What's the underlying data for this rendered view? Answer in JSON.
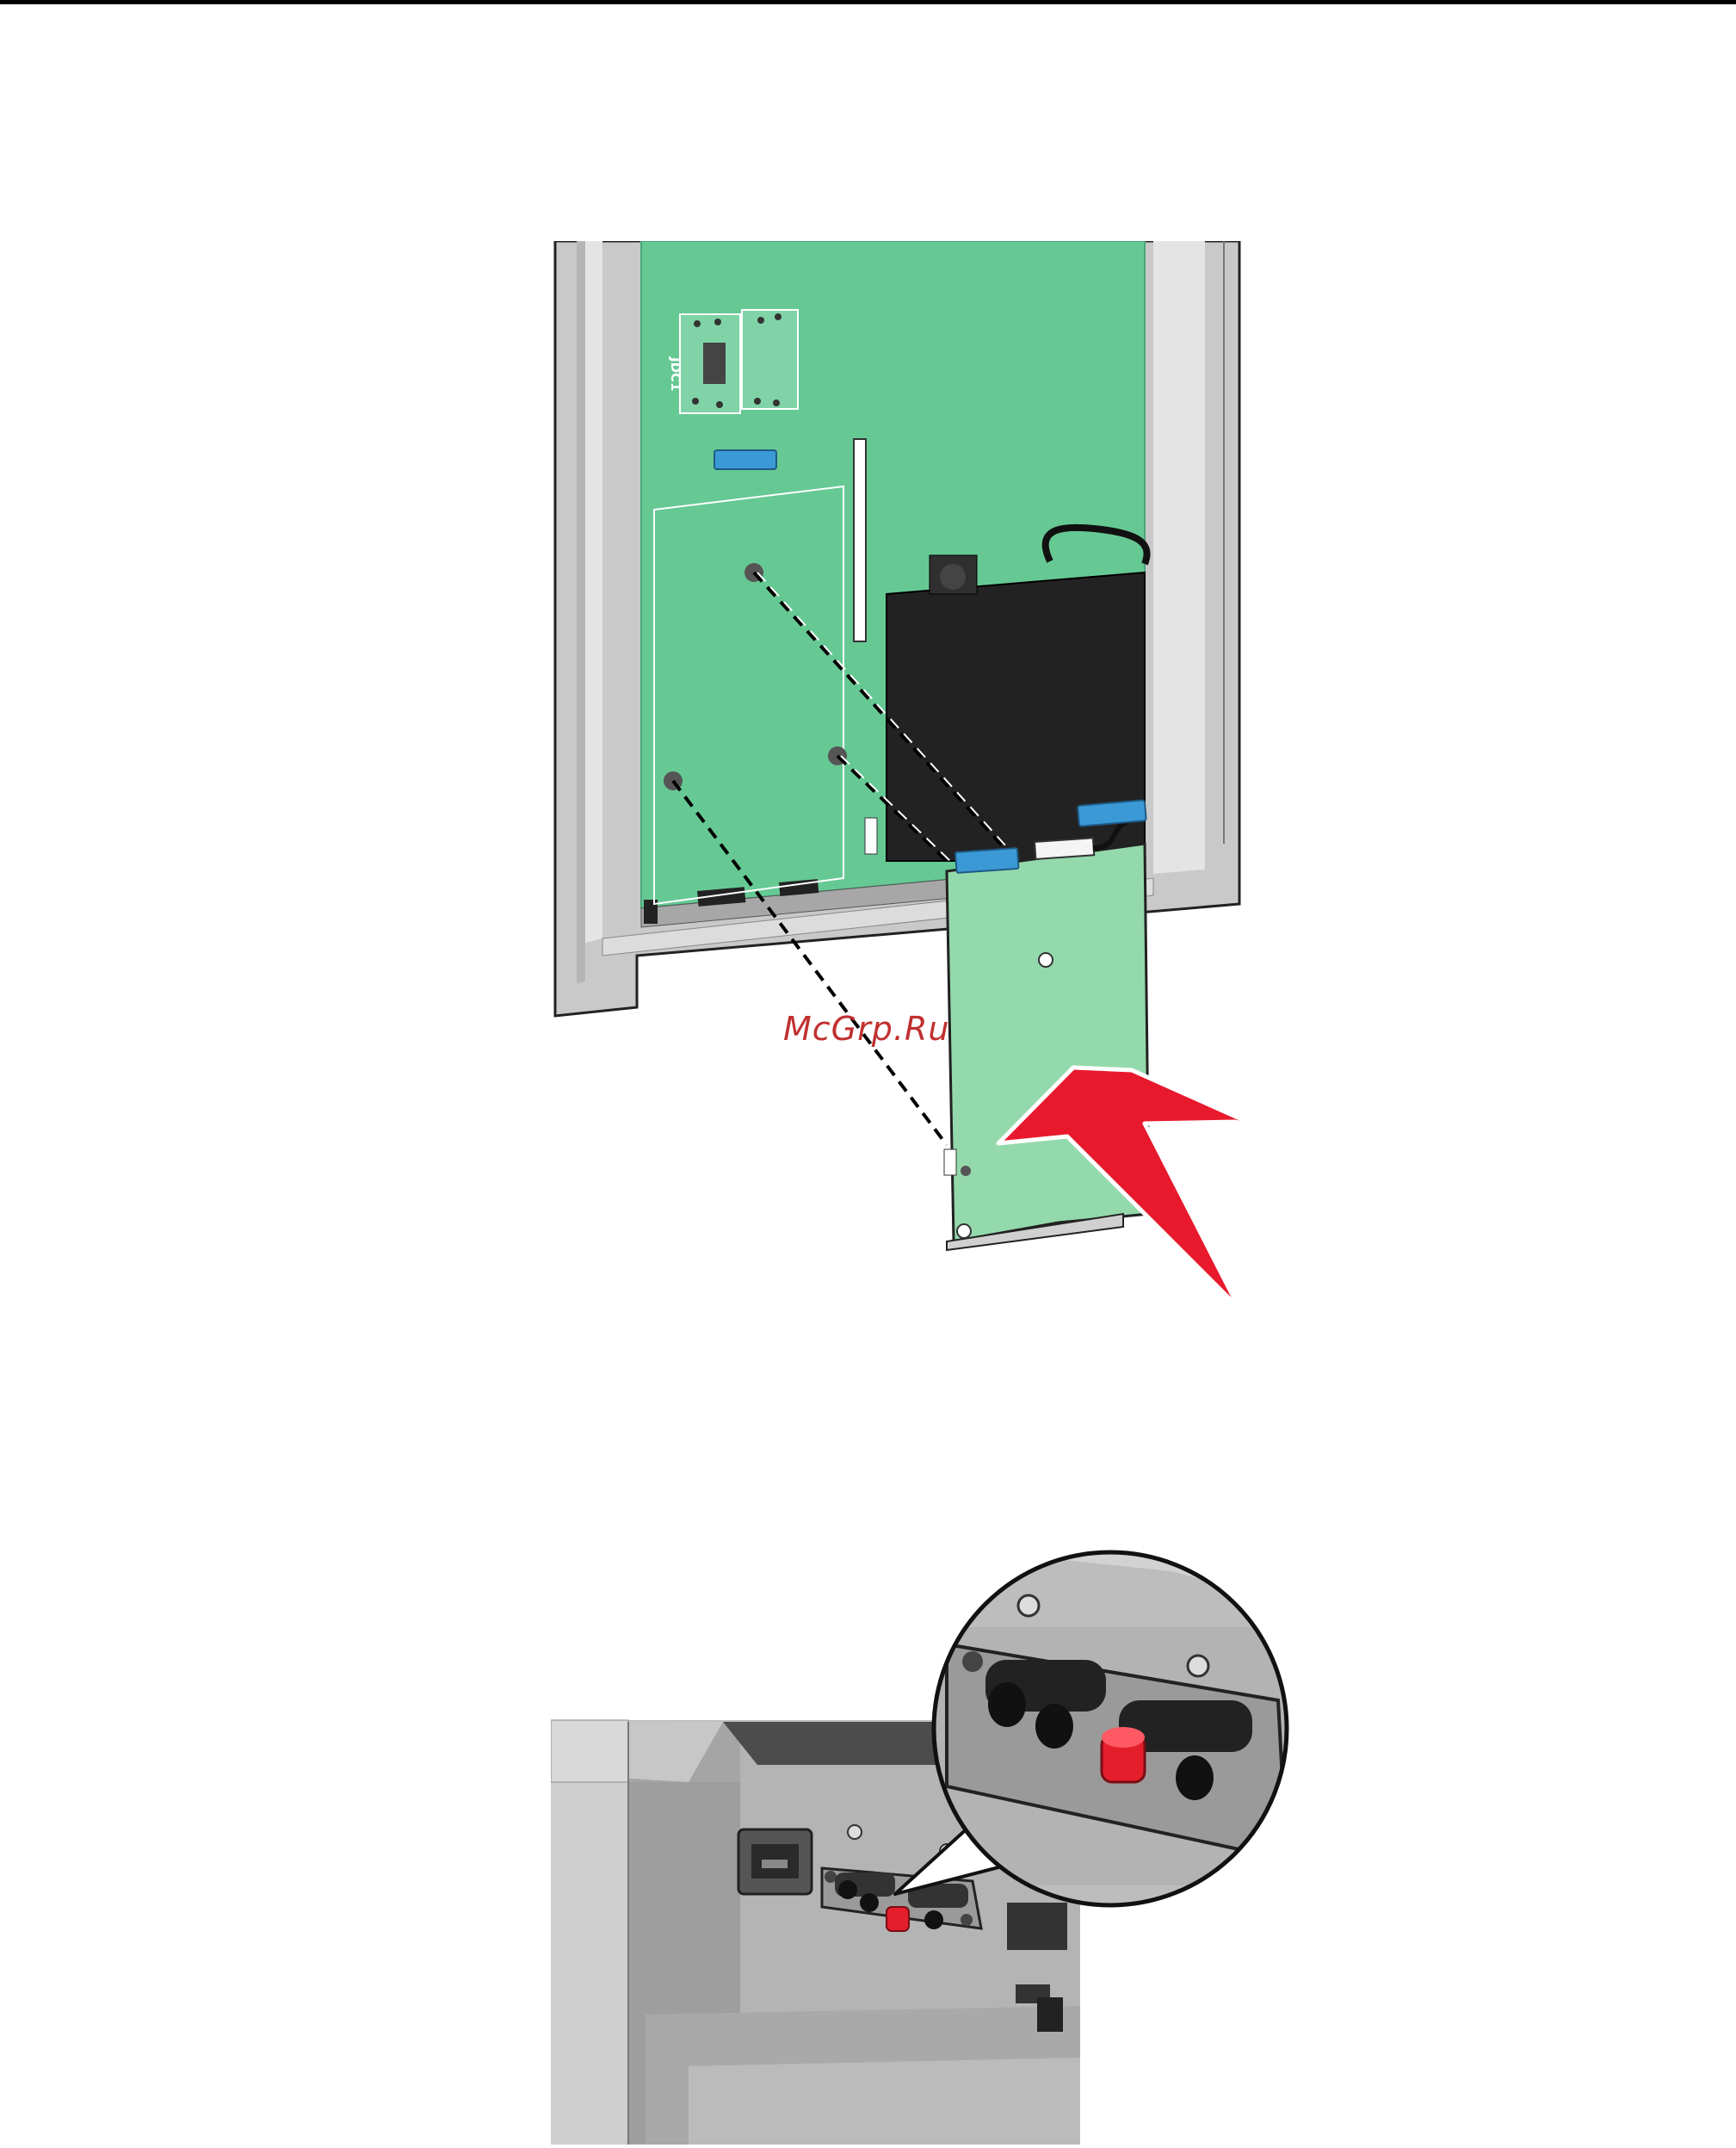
{
  "document": {
    "watermark": "McGrp.Ru",
    "board_silkscreen_label": "JDC1"
  },
  "colors": {
    "rule": "#000000",
    "board_green": "#66c994",
    "card_green": "#94d9ab",
    "connector_blue": "#3b9ad6",
    "frame_gray": "#c9c9c9",
    "frame_light": "#e4e4e4",
    "housing_black": "#222222",
    "arrow_red": "#e8192c",
    "plug_red": "#e51e2b",
    "watermark": "#c0302f"
  },
  "figures": [
    {
      "name": "figure-board",
      "icon": "option-card-insertion-illustration"
    },
    {
      "name": "figure-ports",
      "icon": "rear-port-callout-illustration"
    }
  ]
}
